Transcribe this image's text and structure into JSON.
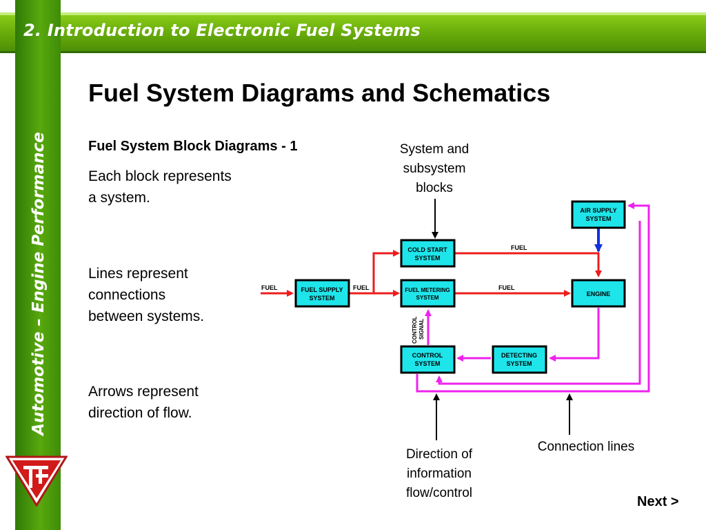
{
  "header": {
    "section_title": "2. Introduction to Electronic Fuel Systems"
  },
  "sidebar": {
    "vertical_text": "Automotive – Engine Performance"
  },
  "content": {
    "title": "Fuel System Diagrams and Schematics",
    "subtitle": "Fuel System Block Diagrams - 1",
    "blocks_note": [
      "Each block represents",
      "a system."
    ],
    "lines_note": [
      "Lines represent",
      "connections",
      "between systems."
    ],
    "arrows_note": [
      "Arrows represent",
      "direction of flow."
    ]
  },
  "diagram": {
    "blocks": {
      "air_supply": [
        "AIR SUPPLY",
        "SYSTEM"
      ],
      "cold_start": [
        "COLD START",
        "SYSTEM"
      ],
      "fuel_supply": [
        "FUEL SUPPLY",
        "SYSTEM"
      ],
      "fuel_metering": [
        "FUEL METERING",
        "SYSTEM"
      ],
      "engine": [
        "ENGINE"
      ],
      "control": [
        "CONTROL",
        "SYSTEM"
      ],
      "detecting": [
        "DETECTING",
        "SYSTEM"
      ]
    },
    "labels": {
      "fuel_in": "FUEL",
      "fuel_supply_out": "FUEL",
      "fuel_cold_start": "FUEL",
      "fuel_metering": "FUEL",
      "control_signal": [
        "CONTROL",
        "SIGNAL"
      ]
    },
    "colors": {
      "block_fill": "#1ee5ea",
      "fuel_line": "#ee1c1c",
      "control_line": "#ee22ee",
      "air_arrow": "#1030dd"
    }
  },
  "callouts": {
    "system_blocks": [
      "System and",
      "subsystem",
      "blocks"
    ],
    "direction": [
      "Direction of",
      "information",
      "flow/control"
    ],
    "connection": "Connection lines"
  },
  "nav": {
    "next_label": "Next >"
  }
}
